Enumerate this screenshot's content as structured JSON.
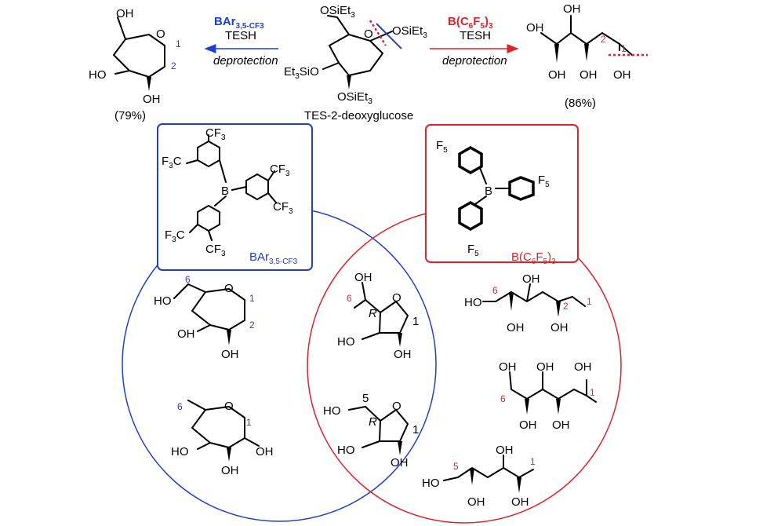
{
  "colors": {
    "blue": "#1f3fd0",
    "red": "#e0202a",
    "ink": "#000000"
  },
  "top": {
    "left_arrow": {
      "reagent": "BAr",
      "reagent_sub": "3,5-CF3",
      "reagent2": "TESH",
      "condition": "deprotection"
    },
    "right_arrow": {
      "reagent_pre": "B(C",
      "sub6": "6",
      "reagent_mid": "F",
      "sub5": "5",
      "reagent_post": ")",
      "sub3": "3",
      "reagent2": "TESH",
      "condition": "deprotection"
    },
    "starting_material": {
      "name": "TES-2-deoxyglucose",
      "ring_o": "O",
      "sub_top": "OSiEt",
      "sub_top_n": "3",
      "sub_right": "OSiEt",
      "sub_right_n": "3",
      "sub_left": "Et",
      "sub_left_n": "3",
      "sub_left_tail": "SiO",
      "sub_bottom": "OSiEt",
      "sub_bottom_n": "3"
    },
    "left_product": {
      "yield": "(79%)",
      "oh_top": "OH",
      "oh_left": "HO",
      "oh_bottom": "OH",
      "ring_o": "O",
      "n1": "1",
      "n2": "2"
    },
    "right_product": {
      "yield": "(86%)",
      "oh1": "OH",
      "oh2": "OH",
      "oh3": "OH",
      "oh4": "OH",
      "oh5": "OH",
      "n1": "1",
      "n2": "2"
    }
  },
  "boxes": {
    "blue": {
      "label": "BAr",
      "label_sub": "3,5-CF3",
      "center": "B",
      "cf3a": "CF",
      "cf3b": "F",
      "three": "3"
    },
    "red": {
      "label_pre": "B(C",
      "sub6": "6",
      "label_mid": "F",
      "sub5": "5",
      "label_post": ")",
      "sub3": "3",
      "center": "B",
      "f5": "F",
      "five": "5"
    }
  },
  "venn": {
    "blue_only": {
      "a": {
        "n6": "6",
        "n1": "1",
        "n2": "2",
        "o": "O",
        "ho": "HO",
        "oh1": "OH",
        "oh2": "OH"
      },
      "b": {
        "n6": "6",
        "n1": "1",
        "o": "O",
        "ho": "HO",
        "oh1": "OH",
        "oh2": "OH"
      }
    },
    "overlap": {
      "a": {
        "n6": "6",
        "n1": "1",
        "r": "R",
        "o": "O",
        "oh_top": "OH",
        "ho": "HO",
        "oh": "OH"
      },
      "b": {
        "n5": "5",
        "n1": "1",
        "r": "R",
        "o": "O",
        "ho_top": "HO",
        "ho": "HO",
        "oh": "OH"
      }
    },
    "red_only": {
      "a": {
        "n6": "6",
        "n2": "2",
        "n1": "1",
        "ho": "HO",
        "oh_top": "OH",
        "oh1": "OH",
        "oh2": "OH"
      },
      "b": {
        "n6": "6",
        "n1": "1",
        "oh_a": "OH",
        "oh_b": "OH",
        "oh_c": "OH",
        "oh_d": "OH",
        "oh_e": "OH"
      },
      "c": {
        "n5": "5",
        "n1": "1",
        "ho": "HO",
        "oh_a": "OH",
        "oh_b": "OH",
        "oh_c": "OH"
      }
    }
  }
}
